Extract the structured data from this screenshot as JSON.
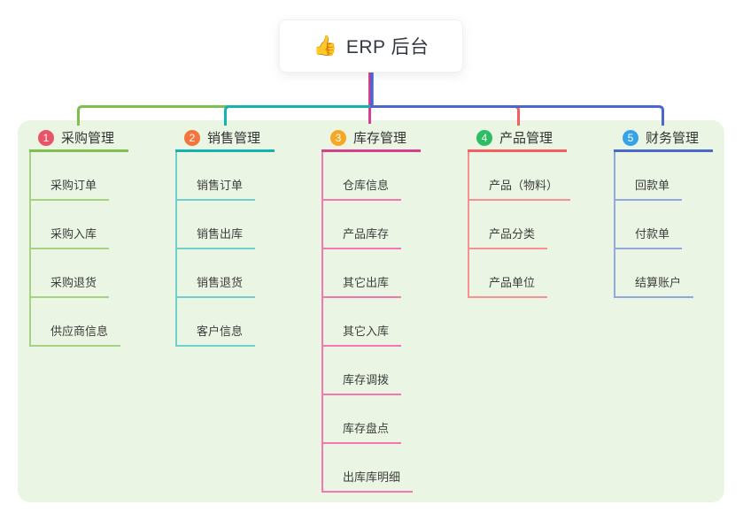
{
  "root": {
    "emoji": "👍",
    "title": "ERP 后台"
  },
  "canvas": {
    "page_background": "#ffffff",
    "panel_background": "#eaf6e3",
    "root_stem_color": "#4f63cf",
    "text_color": "#333333"
  },
  "branches": [
    {
      "number": "1",
      "label": "采购管理",
      "badge_color": "#ea5467",
      "line_color": "#7fbf4d",
      "child_line_color": "#a6d382",
      "children": [
        "采购订单",
        "采购入库",
        "采购退货",
        "供应商信息"
      ]
    },
    {
      "number": "2",
      "label": "销售管理",
      "badge_color": "#f3743c",
      "line_color": "#14b3b1",
      "child_line_color": "#6fd0cb",
      "children": [
        "销售订单",
        "销售出库",
        "销售退货",
        "客户信息"
      ]
    },
    {
      "number": "3",
      "label": "库存管理",
      "badge_color": "#f7a823",
      "line_color": "#d6418e",
      "child_line_color": "#f477b4",
      "children": [
        "仓库信息",
        "产品库存",
        "其它出库",
        "其它入库",
        "库存调拨",
        "库存盘点",
        "出库库明细"
      ]
    },
    {
      "number": "4",
      "label": "产品管理",
      "badge_color": "#2dbd64",
      "line_color": "#f15f5f",
      "child_line_color": "#f79090",
      "children": [
        "产品（物料）",
        "产品分类",
        "产品单位"
      ]
    },
    {
      "number": "5",
      "label": "财务管理",
      "badge_color": "#35a3e8",
      "line_color": "#4a67cb",
      "child_line_color": "#93a8e0",
      "children": [
        "回款单",
        "付款单",
        "结算账户"
      ]
    }
  ]
}
